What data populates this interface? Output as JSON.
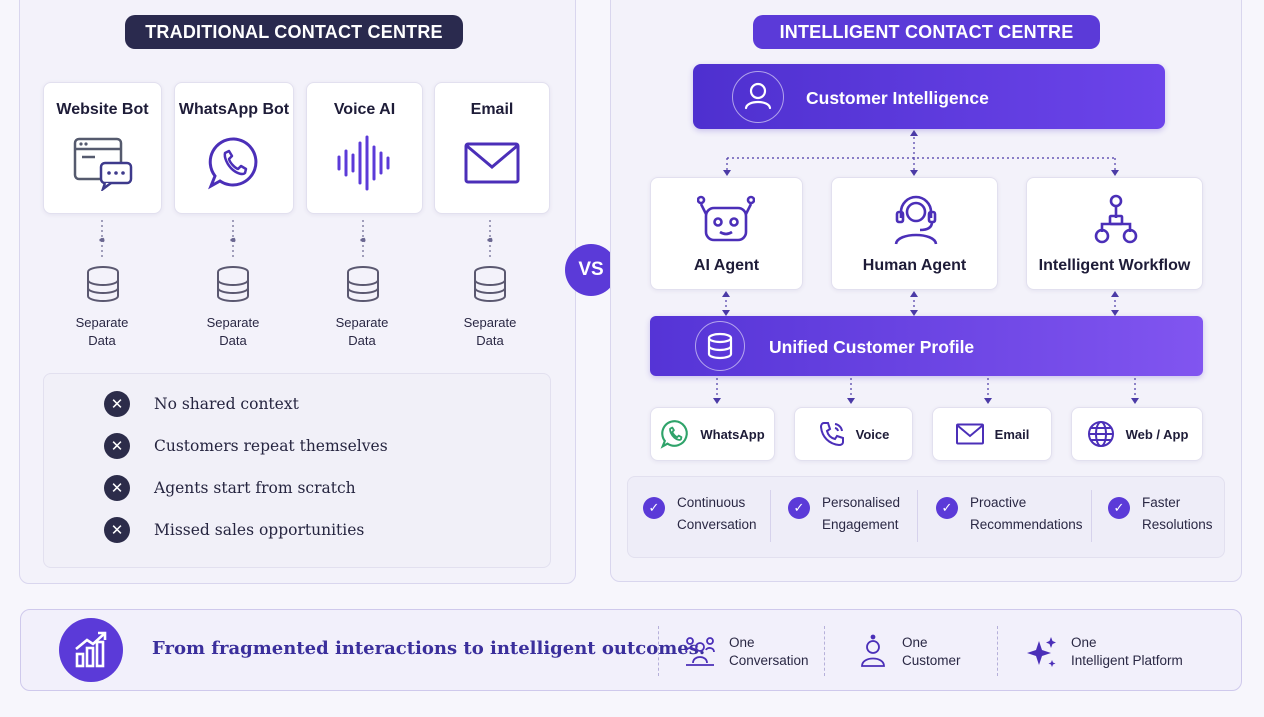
{
  "traditional": {
    "title": "TRADITIONAL CONTACT CENTRE",
    "channels": [
      {
        "label": "Website Bot",
        "icon": "website-chat-icon"
      },
      {
        "label": "WhatsApp Bot",
        "icon": "whatsapp-icon"
      },
      {
        "label": "Voice AI",
        "icon": "voice-waveform-icon"
      },
      {
        "label": "Email",
        "icon": "email-icon"
      }
    ],
    "data_stores": [
      {
        "line1": "Separate",
        "line2": "Data"
      },
      {
        "line1": "Separate",
        "line2": "Data"
      },
      {
        "line1": "Separate",
        "line2": "Data"
      },
      {
        "line1": "Separate",
        "line2": "Data"
      }
    ],
    "issues": [
      "No shared context",
      "Customers repeat themselves",
      "Agents start from scratch",
      "Missed sales opportunities"
    ]
  },
  "vs_label": "VS",
  "intelligent": {
    "title": "INTELLIGENT CONTACT CENTRE",
    "customer_intelligence": "Customer Intelligence",
    "agents": [
      {
        "label": "AI Agent",
        "icon": "robot-icon"
      },
      {
        "label": "Human Agent",
        "icon": "headset-icon"
      },
      {
        "label": "Intelligent Workflow",
        "icon": "workflow-icon"
      }
    ],
    "unified_profile": "Unified Customer Profile",
    "channels": [
      {
        "label": "WhatsApp",
        "icon": "whatsapp-icon"
      },
      {
        "label": "Voice",
        "icon": "phone-icon"
      },
      {
        "label": "Email",
        "icon": "email-icon"
      },
      {
        "label": "Web / App",
        "icon": "globe-icon"
      }
    ],
    "benefits": [
      {
        "line1": "Continuous",
        "line2": "Conversation"
      },
      {
        "line1": "Personalised",
        "line2": "Engagement"
      },
      {
        "line1": "Proactive",
        "line2": "Recommendations"
      },
      {
        "line1": "Faster",
        "line2": "Resolutions"
      }
    ]
  },
  "footer": {
    "tagline": "From fragmented interactions to intelligent outcomes.",
    "items": [
      {
        "line1": "One",
        "line2": "Conversation",
        "icon": "people-group-icon"
      },
      {
        "line1": "One",
        "line2": "Customer",
        "icon": "person-icon"
      },
      {
        "line1": "One",
        "line2": "Intelligent Platform",
        "icon": "sparkle-icon"
      }
    ]
  },
  "colors": {
    "dark_navy": "#2a2a4e",
    "brand_purple": "#5b3ad8",
    "light_purple": "#7a4ef0",
    "panel_bg": "#f3f2fa"
  }
}
